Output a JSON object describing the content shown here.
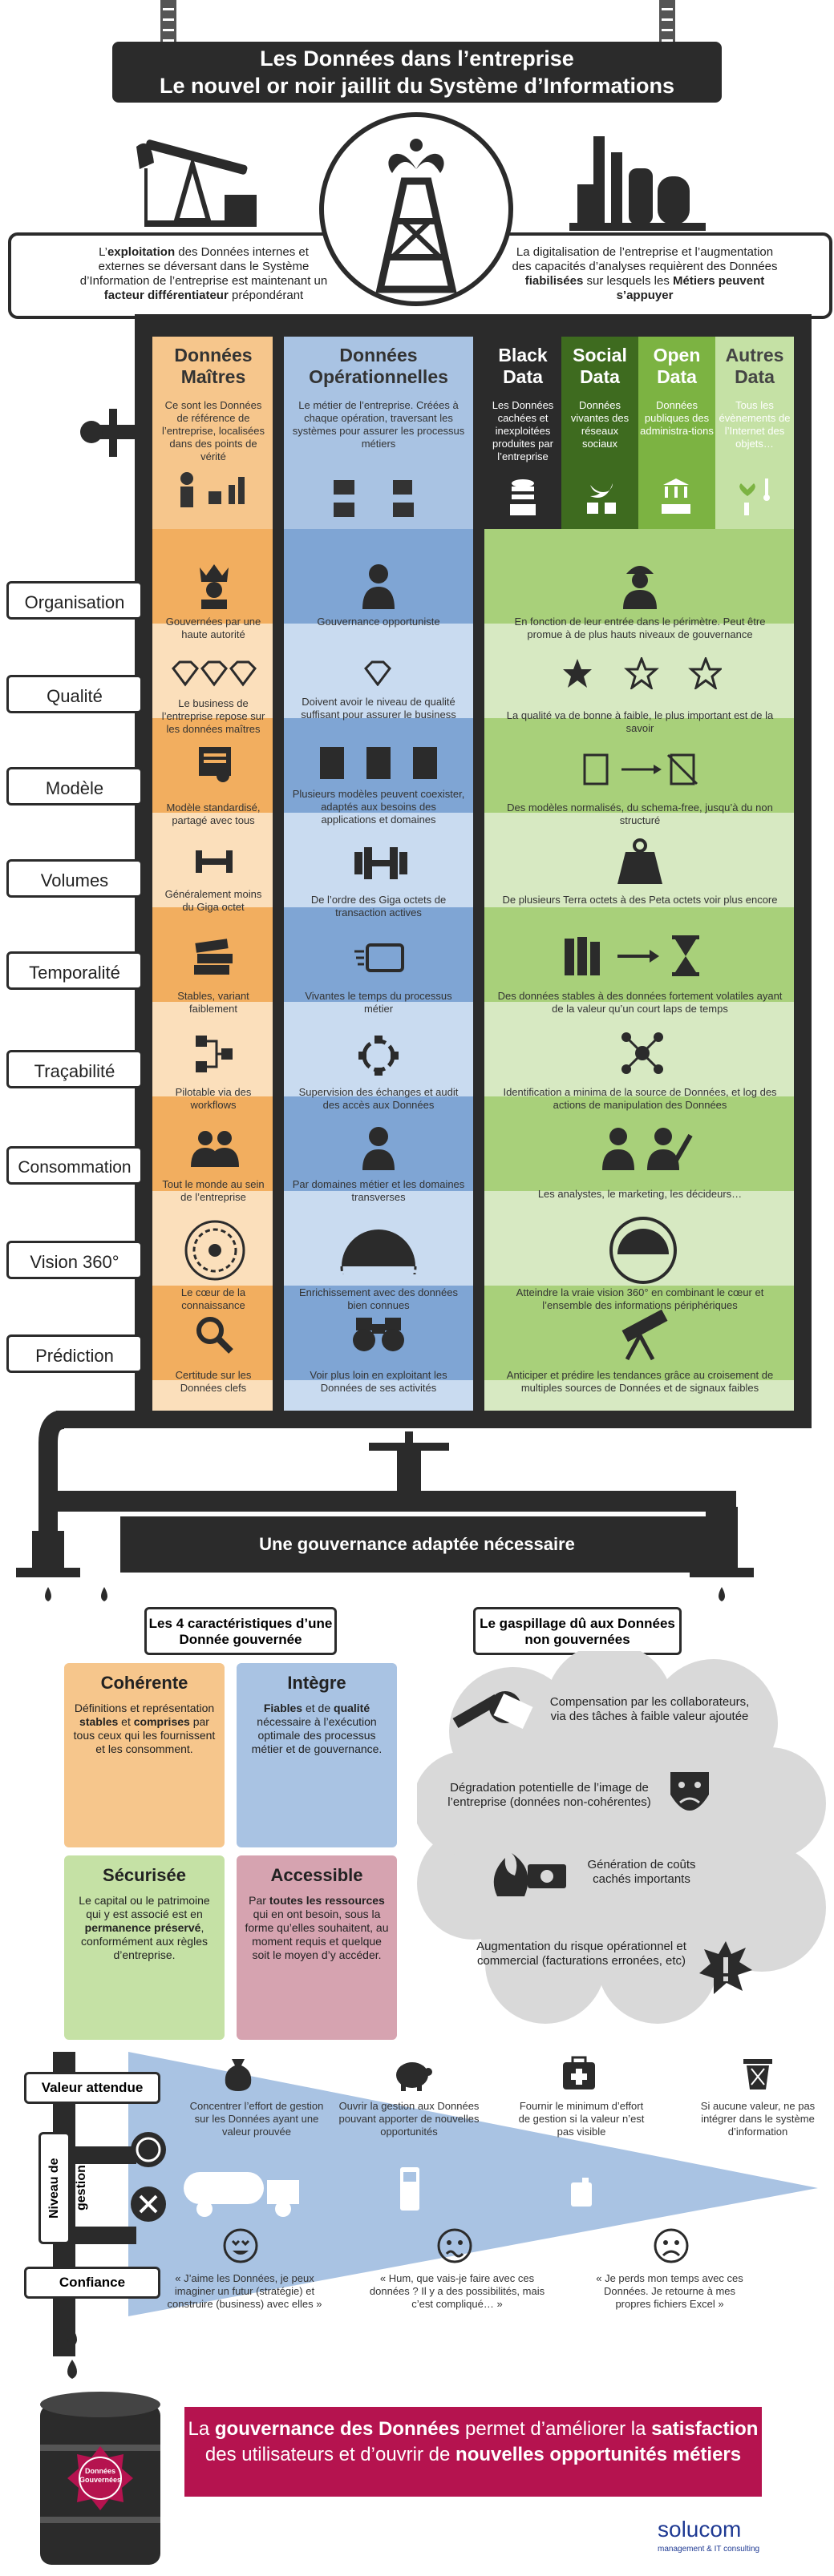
{
  "header": {
    "title_line1": "Les Données dans l’entreprise",
    "title_line2": "Le nouvel or noir  jaillit du Système d’Informations"
  },
  "banner": {
    "left_text_1": "L’",
    "left_bold_1": "exploitation",
    "left_text_2": " des Données internes et externes se déversant dans le Système d’Information de l’entreprise est maintenant un ",
    "left_bold_2": "facteur différentiateur",
    "left_text_3": " prépondérant",
    "right_text_1": "La digitalisation de l’entreprise et l’augmentation des capacités d’analyses requièrent des Données ",
    "right_bold_1": "fiabilisées",
    "right_text_2": " sur lesquels les ",
    "right_bold_2": "Métiers peuvent s’appuyer"
  },
  "columns": {
    "maitres": {
      "title": "Données Maîtres",
      "desc": "Ce sont les Données de référence de l’entreprise, localisées dans des points de vérité",
      "color": "#f6c68c"
    },
    "operationnelles": {
      "title": "Données Opérationnelles",
      "desc": "Le métier de l’entreprise. Créées à chaque opération, traversant les systèmes pour assurer les processus métiers",
      "color": "#a9c3e3"
    },
    "black": {
      "title": "Black Data",
      "desc": "Les Données cachées et inexploitées produites par l’entreprise",
      "color": "#2b2b2b"
    },
    "social": {
      "title": "Social Data",
      "desc": "Données vivantes des réseaux sociaux",
      "color": "#3e6b1f"
    },
    "open": {
      "title": "Open Data",
      "desc": "Données publiques des administra-tions",
      "color": "#7cb342"
    },
    "autres": {
      "title": "Autres Data",
      "desc": "Tous les évènements de l’Internet des objets…",
      "color": "#c5e1a5"
    }
  },
  "rows": [
    {
      "label": "Organisation",
      "maitres": "Gouvernées par une haute autorité",
      "ops": "Gouvernance opportuniste",
      "big": "En fonction de leur entrée dans le périmètre. Peut être promue à de plus hauts niveaux de gouvernance"
    },
    {
      "label": "Qualité",
      "maitres": "Le business de l’entreprise repose sur les données maîtres",
      "ops": "Doivent avoir le niveau de qualité suffisant pour assurer le business",
      "big": "La qualité va de bonne à faible, le plus important est de la savoir"
    },
    {
      "label": "Modèle",
      "maitres": "Modèle standardisé, partagé avec tous",
      "ops": "Plusieurs modèles peuvent coexister, adaptés aux besoins des applications et domaines",
      "big": "Des modèles normalisés, du schema-free, jusqu’à du non structuré"
    },
    {
      "label": "Volumes",
      "maitres": "Généralement moins du Giga octet",
      "ops": "De l’ordre des Giga octets de transaction actives",
      "big": "De plusieurs Terra octets à des Peta octets voir plus encore"
    },
    {
      "label": "Temporalité",
      "maitres": "Stables, variant faiblement",
      "ops": "Vivantes le temps du processus métier",
      "big": "Des données stables à des données fortement volatiles ayant de la valeur qu’un court laps de temps"
    },
    {
      "label": "Traçabilité",
      "maitres": "Pilotable via des workflows",
      "ops": "Supervision des échanges et audit des accès aux Données",
      "big": "Identification a minima de la source de Données, et log des actions de manipulation des Données"
    },
    {
      "label": "Consommation",
      "maitres": "Tout le monde au sein de l’entreprise",
      "ops": "Par domaines métier et les domaines transverses",
      "big": "Les analystes, le marketing, les décideurs…"
    },
    {
      "label": "Vision 360°",
      "maitres": "Le cœur de la connaissance",
      "ops": "Enrichissement avec des données bien connues",
      "big": "Atteindre la vraie vision 360° en combinant le cœur et l’ensemble des informations périphériques"
    },
    {
      "label": "Prédiction",
      "maitres": "Certitude sur les Données clefs",
      "ops": "Voir plus loin en exploitant les Données de ses activités",
      "big": "Anticiper et prédire les tendances grâce au croisement de multiples sources de Données et de signaux faibles"
    }
  ],
  "governance": {
    "title": "Une gouvernance adaptée nécessaire",
    "left_tag": "Les 4 caractéristiques d’une Donnée gouvernée",
    "right_tag": "Le gaspillage dû aux Données non gouvernées"
  },
  "cards": {
    "coherente": {
      "title": "Cohérente",
      "text_a": "Définitions et représentation ",
      "bold_a": "stables",
      "text_b": " et ",
      "bold_b": "comprises",
      "text_c": " par tous ceux qui les fournissent et les consomment."
    },
    "integre": {
      "title": "Intègre",
      "bold_a": "Fiables",
      "text_a": " et de ",
      "bold_b": "qualité",
      "text_b": " nécessaire à l’exécution optimale des processus métier et de gouvernance."
    },
    "securisee": {
      "title": "Sécurisée",
      "text_a": "Le capital ou le patrimoine qui y est associé est en ",
      "bold_a": "permanence préservé",
      "text_b": ", conformément aux règles d’entreprise."
    },
    "accessible": {
      "title": "Accessible",
      "text_a": "Par ",
      "bold_a": "toutes les ressources",
      "text_b": " qui en ont besoin, sous la forme qu’elles souhaitent, au moment requis et quelque soit le moyen d’y accéder."
    }
  },
  "waste": [
    "Compensation par les collaborateurs, via des tâches à faible valeur ajoutée",
    "Dégradation potentielle de l’image de l’entreprise (données non-cohérentes)",
    "Génération de coûts cachés importants",
    "Augmentation du risque opérationnel et commercial (facturations erronées, etc)"
  ],
  "funnel": {
    "label_valeur": "Valeur attendue",
    "label_niveau": "Niveau de gestion",
    "label_confiance": "Confiance",
    "steps": [
      "Concentrer l’effort de gestion sur les Données ayant une valeur prouvée",
      "Ouvrir la gestion aux Données pouvant apporter de nouvelles opportunités",
      "Fournir le minimum d’effort de gestion si la valeur n’est pas visible",
      "Si aucune valeur, ne pas intégrer dans le système d’information"
    ],
    "quotes": [
      "« J’aime les Données, je peux imaginer un futur (stratégie) et construire (business) avec elles »",
      "« Hum, que vais-je faire avec ces données ? Il y a des possibilités, mais c’est compliqué… »",
      "« Je perds mon temps avec ces Données. Je retourne à mes propres fichiers Excel »"
    ]
  },
  "footer": {
    "text_a": "La ",
    "bold_a": "gouvernance des Données",
    "text_b": " permet  d’améliorer la ",
    "bold_b": "satisfaction",
    "text_c": " des utilisateurs et d’ouvrir de ",
    "bold_c": "nouvelles opportunités métiers",
    "seal": "Données Gouvernées",
    "brand": "solucom",
    "brand_sub": "management & IT consulting"
  }
}
